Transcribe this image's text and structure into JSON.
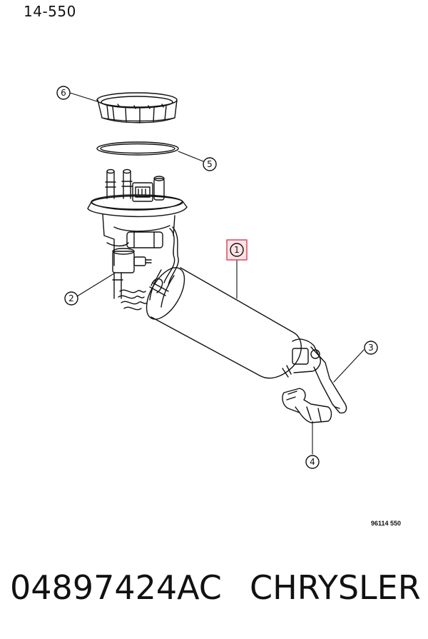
{
  "header": {
    "page_number": "14-550"
  },
  "callouts": [
    {
      "number": "1",
      "highlighted": true
    },
    {
      "number": "2"
    },
    {
      "number": "3"
    },
    {
      "number": "4"
    },
    {
      "number": "5"
    },
    {
      "number": "6"
    }
  ],
  "figure_code": "96114 550",
  "footer": {
    "part_number": "04897424AC",
    "brand": "CHRYSLER"
  },
  "colors": {
    "line": "#111111",
    "highlight": "#d94b5a",
    "highlight_fill": "#fbe3e6"
  }
}
